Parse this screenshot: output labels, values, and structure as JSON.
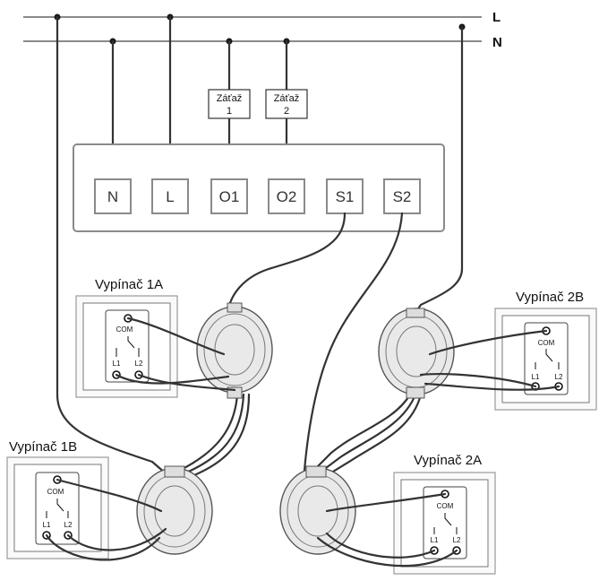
{
  "rails": {
    "live": "L",
    "neutral": "N"
  },
  "loads": [
    {
      "line1": "Záťaž",
      "line2": "1"
    },
    {
      "line1": "Záťaž",
      "line2": "2"
    }
  ],
  "terminals": [
    "N",
    "L",
    "O1",
    "O2",
    "S1",
    "S2"
  ],
  "switches": {
    "s1a": "Vypínač 1A",
    "s1b": "Vypínač 1B",
    "s2a": "Vypínač 2A",
    "s2b": "Vypínač 2B"
  },
  "switch_contacts": {
    "com": "COM",
    "l1": "L1",
    "l2": "L2"
  },
  "colors": {
    "wire": "#333333",
    "module_border": "#8a8a8a",
    "terminal_border": "#8a8a8a",
    "rail": "#444444"
  }
}
